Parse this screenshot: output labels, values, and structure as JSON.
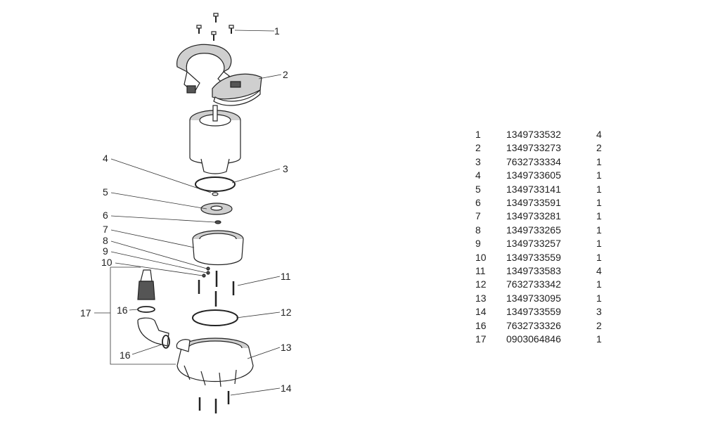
{
  "diagram": {
    "callouts": [
      {
        "id": "1"
      },
      {
        "id": "2"
      },
      {
        "id": "3"
      },
      {
        "id": "4"
      },
      {
        "id": "5"
      },
      {
        "id": "6"
      },
      {
        "id": "7"
      },
      {
        "id": "8"
      },
      {
        "id": "9"
      },
      {
        "id": "10"
      },
      {
        "id": "11"
      },
      {
        "id": "12"
      },
      {
        "id": "13"
      },
      {
        "id": "14"
      },
      {
        "id": "16a",
        "label": "16"
      },
      {
        "id": "16b",
        "label": "16"
      },
      {
        "id": "17"
      }
    ]
  },
  "parts_table": {
    "rows": [
      {
        "pos": "1",
        "part_no": "1349733532",
        "qty": "4"
      },
      {
        "pos": "2",
        "part_no": "1349733273",
        "qty": "2"
      },
      {
        "pos": "3",
        "part_no": "7632733334",
        "qty": "1"
      },
      {
        "pos": "4",
        "part_no": "1349733605",
        "qty": "1"
      },
      {
        "pos": "5",
        "part_no": "1349733141",
        "qty": "1"
      },
      {
        "pos": "6",
        "part_no": "1349733591",
        "qty": "1"
      },
      {
        "pos": "7",
        "part_no": "1349733281",
        "qty": "1"
      },
      {
        "pos": "8",
        "part_no": "1349733265",
        "qty": "1"
      },
      {
        "pos": "9",
        "part_no": "1349733257",
        "qty": "1"
      },
      {
        "pos": "10",
        "part_no": "1349733559",
        "qty": "1"
      },
      {
        "pos": "11",
        "part_no": "1349733583",
        "qty": "4"
      },
      {
        "pos": "12",
        "part_no": "7632733342",
        "qty": "1"
      },
      {
        "pos": "13",
        "part_no": "1349733095",
        "qty": "1"
      },
      {
        "pos": "14",
        "part_no": "1349733559",
        "qty": "3"
      },
      {
        "pos": "16",
        "part_no": "7632733326",
        "qty": "2"
      },
      {
        "pos": "17",
        "part_no": "0903064846",
        "qty": "1"
      }
    ]
  }
}
